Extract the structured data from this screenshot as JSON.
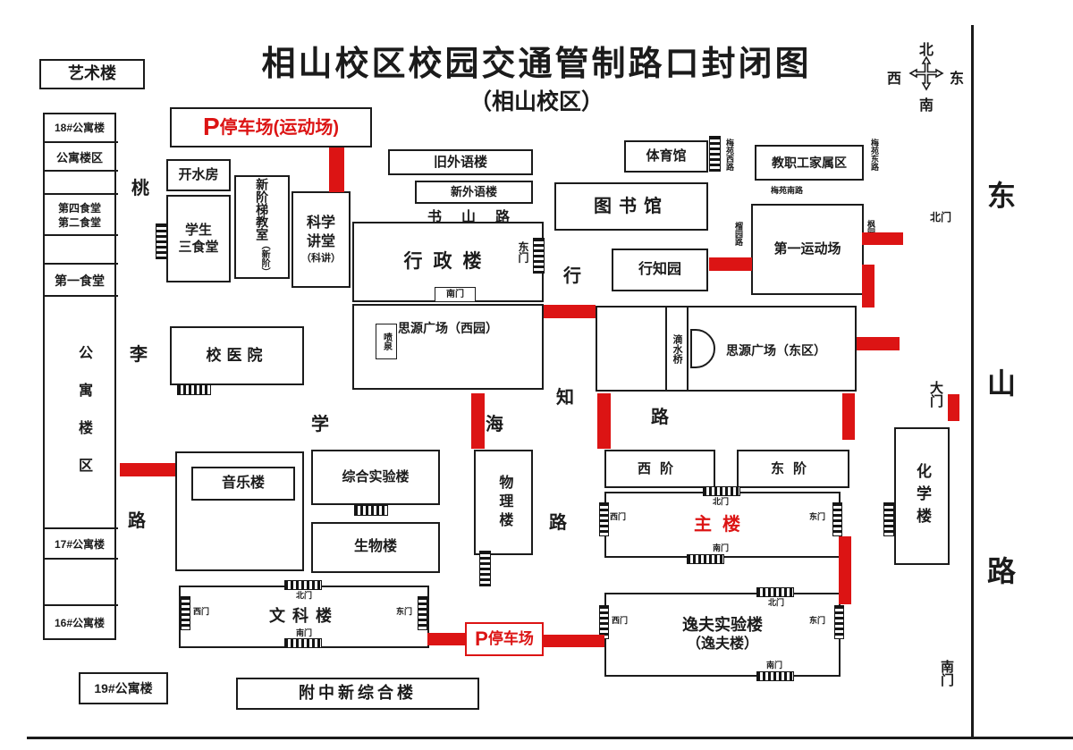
{
  "colors": {
    "closure_red": "#dc1414",
    "ink": "#1b1b1b"
  },
  "header": {
    "title": "相山校区校园交通管制路口封闭图",
    "subtitle": "（相山校区）"
  },
  "compass": {
    "n": "北",
    "s": "南",
    "e": "东",
    "w": "西"
  },
  "boundary": {
    "east_road": [
      "东",
      "山",
      "路"
    ],
    "north_gate": "北门",
    "main_gate": "大门",
    "south_gate": "南门"
  },
  "roads": {
    "taoli": [
      "桃",
      "李",
      "路"
    ],
    "xuehai": [
      "学",
      "海",
      "路"
    ],
    "xingzhi": [
      "行",
      "知",
      "路"
    ],
    "shushan": "书山路",
    "meiyuan_w": "梅苑西路",
    "meiyuan_s": "梅苑南路",
    "meiyuan_e": "梅苑东路",
    "liuyuan": "榴园路",
    "fengyuan": "枫园路"
  },
  "left": {
    "art": "艺术楼",
    "apt18": "18#公寓楼",
    "apt_area": "公寓楼区",
    "canteen4": "第四食堂",
    "canteen2": "第二食堂",
    "canteen1": "第一食堂",
    "apt_area_big": "公寓楼区",
    "apt17": "17#公寓楼",
    "apt16": "16#公寓楼",
    "apt19": "19#公寓楼"
  },
  "b": {
    "parking_p": "P",
    "parking_sports": "停车场(运动场)",
    "boiler": "开水房",
    "students": "学生",
    "canteen3": "三食堂",
    "new_tier": "新阶梯教室",
    "new_tier_abbr": "（新阶）",
    "science_l1": "科学",
    "science_l2": "讲堂",
    "science_abbr": "（科讲）",
    "old_foreign": "旧外语楼",
    "new_foreign": "新外语楼",
    "admin": "行政楼",
    "admin_south_gate": "南门",
    "admin_east_gate": "东门",
    "siyuan_w": "思源广场（西园）",
    "fountain": "喷泉",
    "gym": "体育馆",
    "staff": "教职工家属区",
    "library": "图书馆",
    "xingzhi_garden": "行知园",
    "playground": "第一运动场",
    "drip_bridge": "滴水桥",
    "siyuan_e": "思源广场（东区）",
    "hospital": "校医院",
    "music": "音乐楼",
    "comp_lab": "综合实验楼",
    "physics": "物理楼",
    "biology": "生物楼",
    "west_step": "西阶",
    "east_step": "东阶",
    "main": "主楼",
    "chemistry": "化学楼",
    "liberal": "文科楼",
    "parking2_p": "P",
    "parking2": "停车场",
    "yifu": "逸夫实验楼",
    "yifu_alias": "（逸夫楼）",
    "affiliated": "附中新综合楼"
  },
  "gates": {
    "n": "北门",
    "s": "南门",
    "e": "东门",
    "w": "西门"
  }
}
